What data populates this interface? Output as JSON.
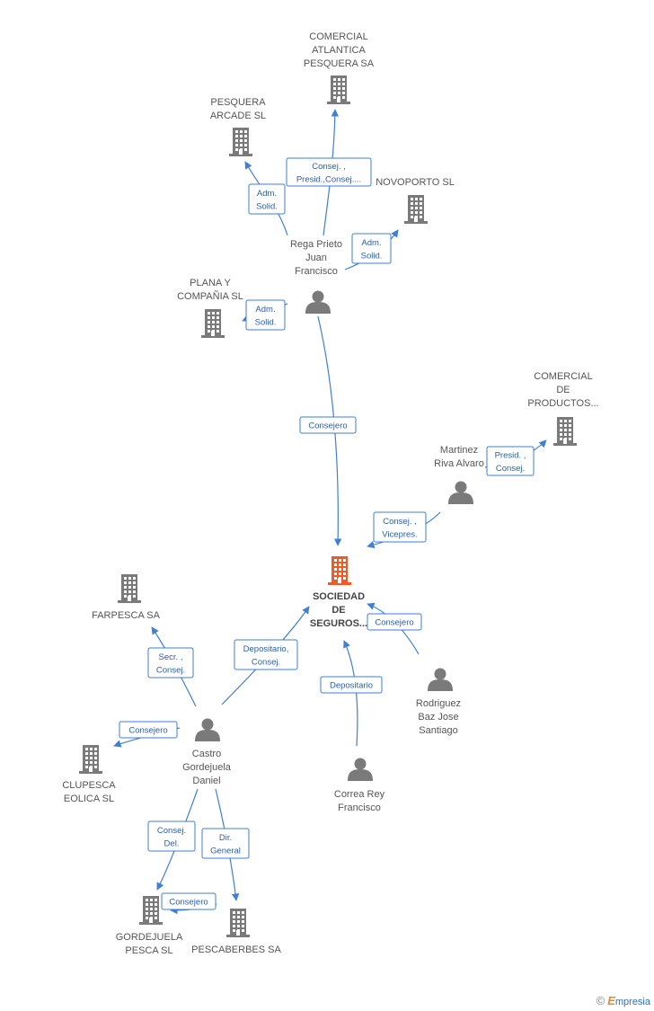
{
  "colors": {
    "edge": "#3f7fd6",
    "company_icon": "#7a7a7a",
    "person_icon": "#7a7a7a",
    "main_company_icon": "#f05a28"
  },
  "nodes": {
    "comercial_atlantica": {
      "type": "company",
      "label": [
        "COMERCIAL",
        "ATLANTICA",
        "PESQUERA SA"
      ]
    },
    "pesquera_arcade": {
      "type": "company",
      "label": [
        "PESQUERA",
        "ARCADE SL"
      ]
    },
    "novoporto": {
      "type": "company",
      "label": [
        "NOVOPORTO SL"
      ]
    },
    "plana_compania": {
      "type": "company",
      "label": [
        "PLANA Y",
        "COMPAÑIA SL"
      ]
    },
    "rega_prieto": {
      "type": "person",
      "label": [
        "Rega Prieto",
        "Juan",
        "Francisco"
      ]
    },
    "comercial_productos": {
      "type": "company",
      "label": [
        "COMERCIAL",
        "DE",
        "PRODUCTOS..."
      ]
    },
    "martinez_riva": {
      "type": "person",
      "label": [
        "Martinez",
        "Riva Alvaro"
      ]
    },
    "sociedad_seguros": {
      "type": "main",
      "label": [
        "SOCIEDAD",
        "DE",
        "SEGUROS..."
      ]
    },
    "farpesca": {
      "type": "company",
      "label": [
        "FARPESCA SA"
      ]
    },
    "rodriguez_baz": {
      "type": "person",
      "label": [
        "Rodriguez",
        "Baz Jose",
        "Santiago"
      ]
    },
    "castro_gordejuela": {
      "type": "person",
      "label": [
        "Castro",
        "Gordejuela",
        "Daniel"
      ]
    },
    "clupesca": {
      "type": "company",
      "label": [
        "CLUPESCA",
        "EOLICA SL"
      ]
    },
    "correa_rey": {
      "type": "person",
      "label": [
        "Correa Rey",
        "Francisco"
      ]
    },
    "gordejuela_pesca": {
      "type": "company",
      "label": [
        "GORDEJUELA",
        "PESCA SL"
      ]
    },
    "pescaberbes": {
      "type": "company",
      "label": [
        "PESCABERBES SA"
      ]
    }
  },
  "edges": [
    {
      "id": "rega-comercial",
      "label": [
        "Consej. ,",
        "Presid.,Consej...."
      ]
    },
    {
      "id": "rega-arcade",
      "label": [
        "Adm.",
        "Solid."
      ]
    },
    {
      "id": "rega-novoporto",
      "label": [
        "Adm.",
        "Solid."
      ]
    },
    {
      "id": "rega-plana",
      "label": [
        "Adm.",
        "Solid."
      ]
    },
    {
      "id": "rega-sociedad",
      "label": [
        "Consejero"
      ]
    },
    {
      "id": "martinez-comercialprod",
      "label": [
        "Presid. ,",
        "Consej."
      ]
    },
    {
      "id": "martinez-sociedad",
      "label": [
        "Consej. ,",
        "Vicepres."
      ]
    },
    {
      "id": "rodriguez-sociedad",
      "label": [
        "Consejero"
      ]
    },
    {
      "id": "correa-sociedad",
      "label": [
        "Depositario"
      ]
    },
    {
      "id": "castro-sociedad",
      "label": [
        "Depositario,",
        "Consej."
      ]
    },
    {
      "id": "castro-farpesca",
      "label": [
        "Secr. ,",
        "Consej."
      ]
    },
    {
      "id": "castro-clupesca",
      "label": [
        "Consejero"
      ]
    },
    {
      "id": "castro-gordejuela",
      "label": [
        "Consej.",
        "Del."
      ]
    },
    {
      "id": "castro-pescaberbes",
      "label": [
        "Dir.",
        "General"
      ]
    },
    {
      "id": "pescaberbes-gordejuela",
      "label": [
        "Consejero"
      ]
    }
  ],
  "brand": {
    "copyright": "©",
    "initial": "E",
    "rest": "mpresia"
  }
}
